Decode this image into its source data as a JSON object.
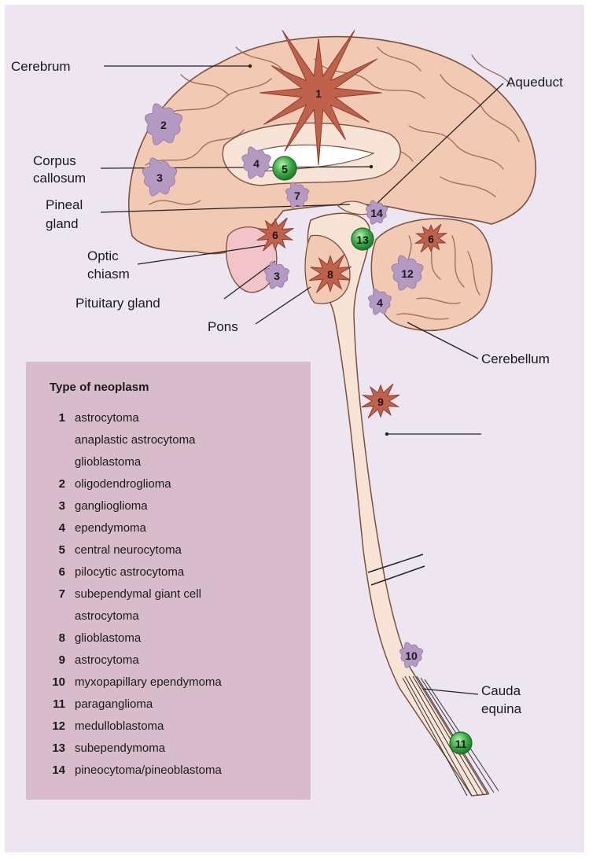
{
  "labels": {
    "cerebrum": "Cerebrum",
    "aqueduct": "Aqueduct",
    "corpus_callosum_1": "Corpus",
    "corpus_callosum_2": "callosum",
    "pineal_1": "Pineal",
    "pineal_2": "gland",
    "optic_1": "Optic",
    "optic_2": "chiasm",
    "pituitary": "Pituitary gland",
    "pons": "Pons",
    "cerebellum": "Cerebellum",
    "cauda_1": "Cauda",
    "cauda_2": "equina"
  },
  "markers": [
    "1",
    "2",
    "3",
    "4",
    "5",
    "7",
    "6",
    "3",
    "8",
    "14",
    "13",
    "6",
    "12",
    "4",
    "9",
    "10",
    "11"
  ],
  "legend": {
    "title": "Type of neoplasm",
    "items": [
      {
        "num": "1",
        "text": "astrocytoma"
      },
      {
        "num": "",
        "text": "anaplastic astrocytoma"
      },
      {
        "num": "",
        "text": "glioblastoma"
      },
      {
        "num": "2",
        "text": "oligodendroglioma"
      },
      {
        "num": "3",
        "text": "ganglioglioma"
      },
      {
        "num": "4",
        "text": "ependymoma"
      },
      {
        "num": "5",
        "text": "central neurocytoma"
      },
      {
        "num": "6",
        "text": "pilocytic astrocytoma"
      },
      {
        "num": "7",
        "text": "subependymal giant cell"
      },
      {
        "num": "",
        "text": "astrocytoma"
      },
      {
        "num": "8",
        "text": "glioblastoma"
      },
      {
        "num": "9",
        "text": "astrocytoma"
      },
      {
        "num": "10",
        "text": "myxopapillary ependymoma"
      },
      {
        "num": "11",
        "text": "paraganglioma"
      },
      {
        "num": "12",
        "text": "medulloblastoma"
      },
      {
        "num": "13",
        "text": "subependymoma"
      },
      {
        "num": "14",
        "text": "pineocytoma/pineoblastoma"
      }
    ]
  },
  "colors": {
    "background": "#ede6f1",
    "brain_fill": "#f2c9b3",
    "brain_outline": "#7a5040",
    "cord_fill": "#f7e4d6",
    "star_tumor": "#c0614c",
    "lavender_tumor": "#b49ac3",
    "green_tumor": "#3fae49",
    "legend_bg": "#d8bccb"
  }
}
